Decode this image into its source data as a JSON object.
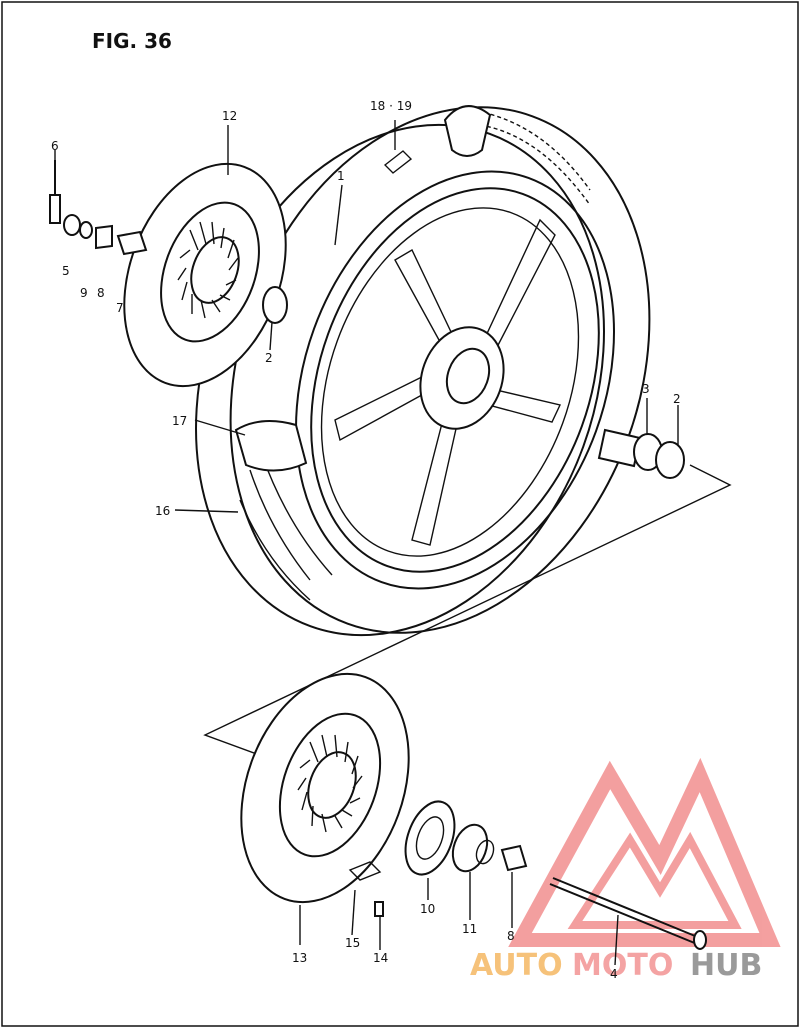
{
  "figure": {
    "title": "FIG. 36"
  },
  "callouts": {
    "c1": "1",
    "c2a": "2",
    "c2b": "2",
    "c3": "3",
    "c4": "4",
    "c5": "5",
    "c6": "6",
    "c7": "7",
    "c8a": "8",
    "c8b": "8",
    "c9": "9",
    "c10": "10",
    "c11": "11",
    "c12": "12",
    "c13": "13",
    "c14": "14",
    "c15": "15",
    "c16": "16",
    "c17": "17",
    "c18_19": "18 · 19"
  },
  "watermark": {
    "part1": "AUTO",
    "part2": "MOTO",
    "part3": "HUB",
    "colors": {
      "auto": "#f6c27a",
      "moto": "#f4a3a3",
      "hub": "#9a9a9a",
      "logo": "#f08080"
    }
  }
}
